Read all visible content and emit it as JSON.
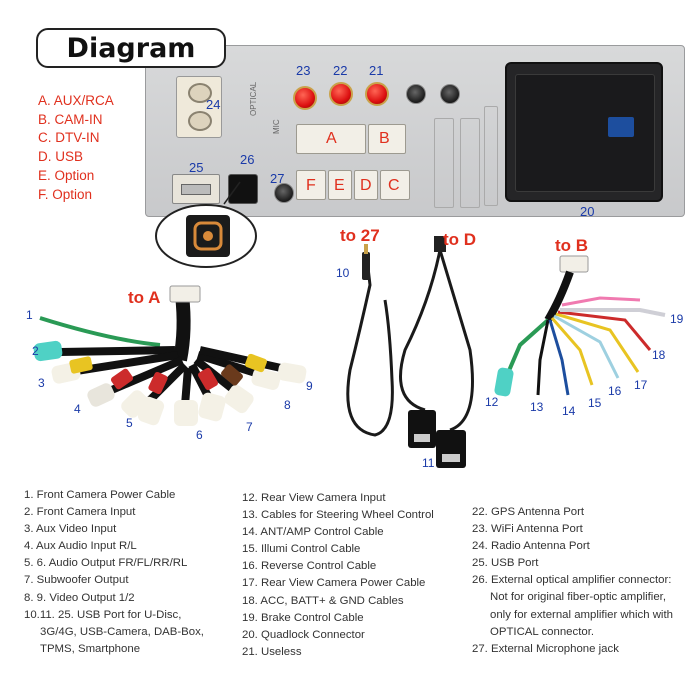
{
  "title": "Diagram",
  "legend": [
    "A. AUX/RCA",
    "B. CAM-IN",
    "C. DTV-IN",
    "D. USB",
    "E. Option",
    "F. Option"
  ],
  "blocks": {
    "a": "A",
    "b": "B",
    "f": "F",
    "e": "E",
    "d": "D",
    "c": "C"
  },
  "connector_numbers": {
    "n20": "20",
    "n21": "21",
    "n22": "22",
    "n23": "23",
    "n24": "24",
    "n25": "25",
    "n26": "26",
    "n27": "27"
  },
  "panel_text": {
    "optical": "OPTICAL",
    "mic": "MIC"
  },
  "to_labels": {
    "to_a": "to A",
    "to_27": "to 27",
    "to_d": "to D",
    "to_b": "to B"
  },
  "cable_numbers": {
    "c1": "1",
    "c2": "2",
    "c3": "3",
    "c4": "4",
    "c5": "5",
    "c6": "6",
    "c7": "7",
    "c8": "8",
    "c9": "9",
    "c10": "10",
    "c11": "11",
    "c12": "12",
    "c13": "13",
    "c14": "14",
    "c15": "15",
    "c16": "16",
    "c17": "17",
    "c18": "18",
    "c19": "19"
  },
  "list_col1": [
    "1. Front Camera Power Cable",
    "2. Front Camera Input",
    "3. Aux Video Input",
    "4. Aux Audio Input R/L",
    "5. 6. Audio Output FR/FL/RR/RL",
    "7. Subwoofer Output",
    "8. 9. Video Output 1/2",
    "10.11. 25. USB Port for U-Disc,",
    "3G/4G, USB-Camera, DAB-Box,",
    "TPMS, Smartphone"
  ],
  "list_col2": [
    "12. Rear View Camera Input",
    "13. Cables for Steering Wheel Control",
    "14. ANT/AMP Control Cable",
    "15. Illumi Control Cable",
    "16. Reverse Control Cable",
    "17. Rear View Camera Power Cable",
    "18. ACC, BATT+ & GND Cables",
    "19. Brake Control Cable",
    "20. Quadlock Connector",
    "21. Useless"
  ],
  "list_col3": [
    "22. GPS Antenna Port",
    "23. WiFi Antenna Port",
    "24. Radio Antenna Port",
    "25. USB Port",
    "26. External optical amplifier connector:",
    "Not for original fiber-optic amplifier,",
    "only for external amplifier which with",
    "OPTICAL connector.",
    "27. External Microphone jack"
  ],
  "colors": {
    "accent_red": "#e0301e",
    "number_blue": "#1a3aa8",
    "panel_gray": "#cfd0d2"
  }
}
